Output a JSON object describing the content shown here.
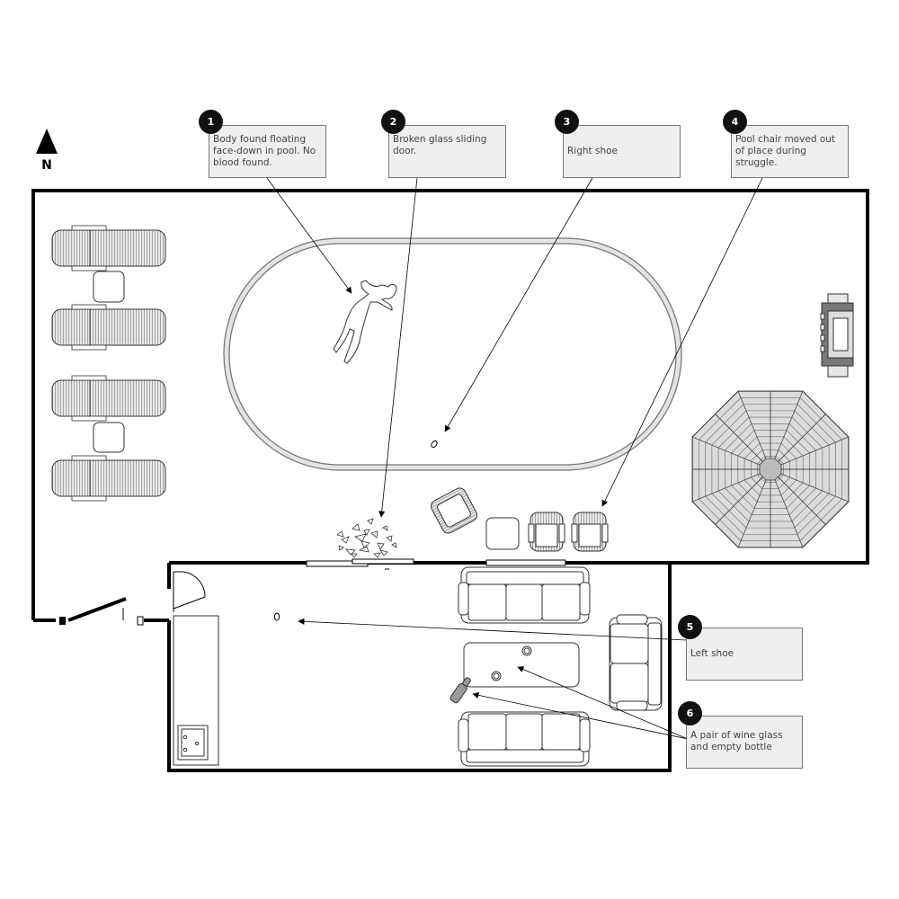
{
  "compass": {
    "label": "N"
  },
  "annotations": [
    {
      "id": "1",
      "text": "Body found floating face-down in pool. No blood found."
    },
    {
      "id": "2",
      "text": "Broken glass sliding door."
    },
    {
      "id": "3",
      "text": "Right shoe"
    },
    {
      "id": "4",
      "text": "Pool chair moved out of place during struggle."
    },
    {
      "id": "5",
      "text": "Left shoe"
    },
    {
      "id": "6",
      "text": "A pair of wine glass and empty bottle"
    }
  ]
}
